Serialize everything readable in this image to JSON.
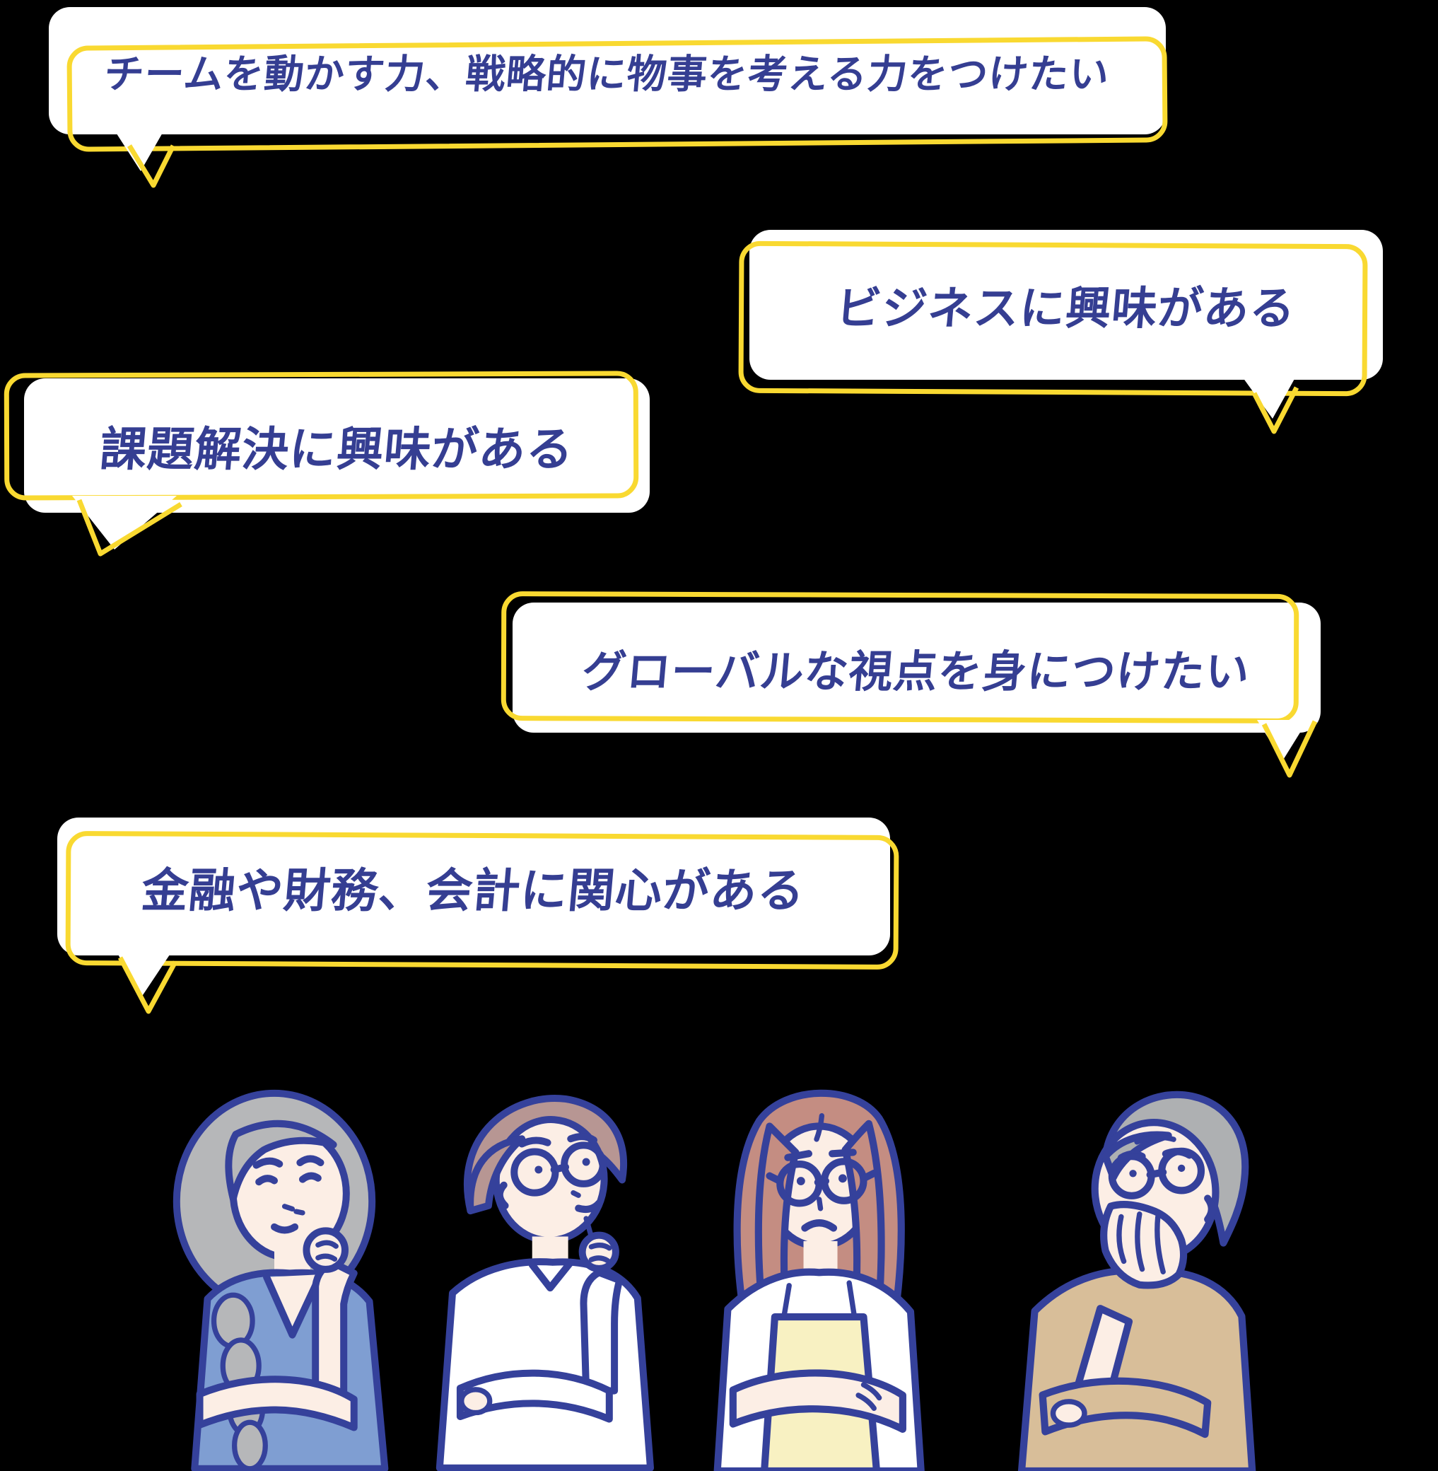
{
  "style_colors": {
    "background": "#000000",
    "bubble_fill": "#ffffff",
    "bubble_border_yellow": "#f9d931",
    "text_blue": "#353e92",
    "line_blue": "#35419b"
  },
  "speech_bubbles": [
    {
      "text": "チームを動かす力、戦略的に物事を考える力をつけたい",
      "tail": "bottom-left"
    },
    {
      "text": "ビジネスに興味がある",
      "tail": "bottom-right"
    },
    {
      "text": "課題解決に興味がある",
      "tail": "bottom-left"
    },
    {
      "text": "グローバルな視点を身につけたい",
      "tail": "bottom-right"
    },
    {
      "text": "金融や財務、会計に関心がある",
      "tail": "bottom-left"
    }
  ],
  "illustration": {
    "people": [
      {
        "name": "senior-woman-braided-hair-thinking",
        "hair_color": "#b6b7b9",
        "top_color": "#7f9ed2",
        "skin_color": "#fceee5"
      },
      {
        "name": "young-man-glasses-hand-on-chin",
        "hair_color": "#b79693",
        "top_color": "#ffffff",
        "skin_color": "#fceee5"
      },
      {
        "name": "young-woman-glasses-arms-crossed",
        "hair_color": "#c48d82",
        "top_color": "#ffffff",
        "apron_color": "#f8f1c2",
        "skin_color": "#fceee5"
      },
      {
        "name": "senior-man-glasses-hand-on-mouth",
        "hair_color": "#aeb0b2",
        "top_color": "#d8be99",
        "skin_color": "#fceee5"
      }
    ]
  }
}
